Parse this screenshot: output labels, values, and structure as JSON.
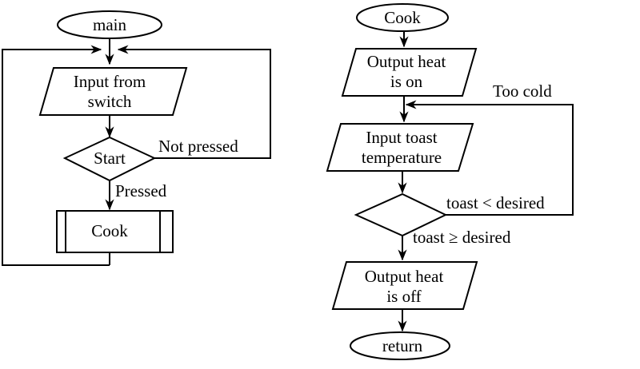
{
  "colors": {
    "stroke": "#000000",
    "background": "#ffffff"
  },
  "main_flow": {
    "start": "main",
    "input": [
      "Input from",
      "switch"
    ],
    "decision": "Start",
    "no_branch": "Not pressed",
    "yes_branch": "Pressed",
    "subroutine": "Cook"
  },
  "cook_flow": {
    "start": "Cook",
    "output_on": [
      "Output heat",
      "is on"
    ],
    "loop_label": "Too cold",
    "input": [
      "Input toast",
      "temperature"
    ],
    "decision": "",
    "less_branch": "toast < desired",
    "geq_branch": "toast ≥ desired",
    "output_off": [
      "Output heat",
      "is off"
    ],
    "end": "return"
  }
}
